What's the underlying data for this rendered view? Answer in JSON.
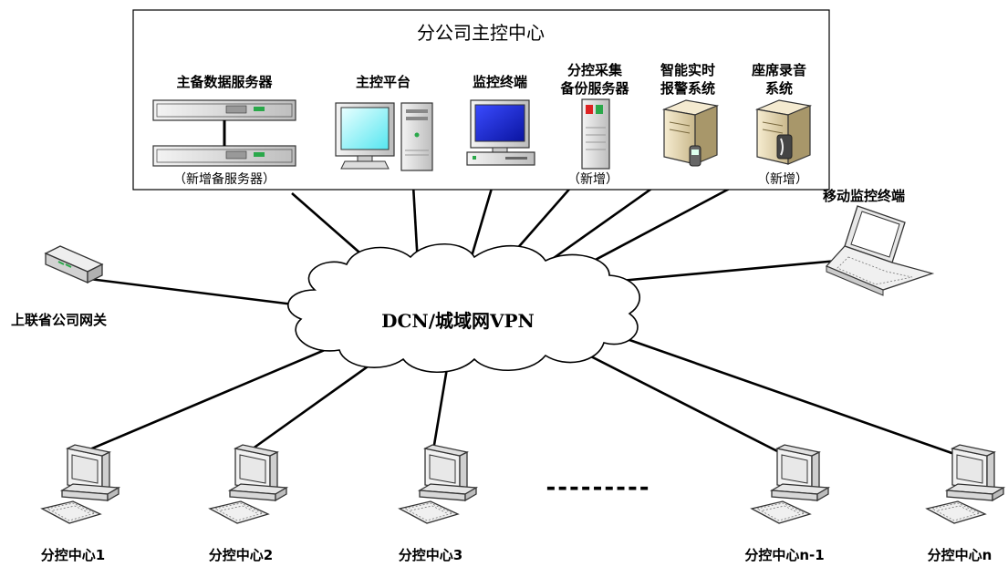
{
  "center_box": {
    "title": "分公司主控中心"
  },
  "cloud": {
    "label": "DCN/城域网VPN"
  },
  "gateway": {
    "label": "上联省公司网关"
  },
  "mobile": {
    "label": "移动监控终端"
  },
  "devices": {
    "db_server": {
      "label": "主备数据服务器",
      "note": "（新增备服务器）"
    },
    "main_platform": {
      "label": "主控平台"
    },
    "monitor_terminal": {
      "label": "监控终端"
    },
    "backup_server": {
      "line1": "分控采集",
      "line2": "备份服务器",
      "note": "（新增）"
    },
    "alarm_system": {
      "line1": "智能实时",
      "line2": "报警系统"
    },
    "recording_system": {
      "line1": "座席录音",
      "line2": "系统",
      "note": "（新增）"
    }
  },
  "branches": {
    "b1": "分控中心1",
    "b2": "分控中心2",
    "b3": "分控中心3",
    "bn1": "分控中心n-1",
    "bn": "分控中心n"
  },
  "ellipsis": "---------"
}
